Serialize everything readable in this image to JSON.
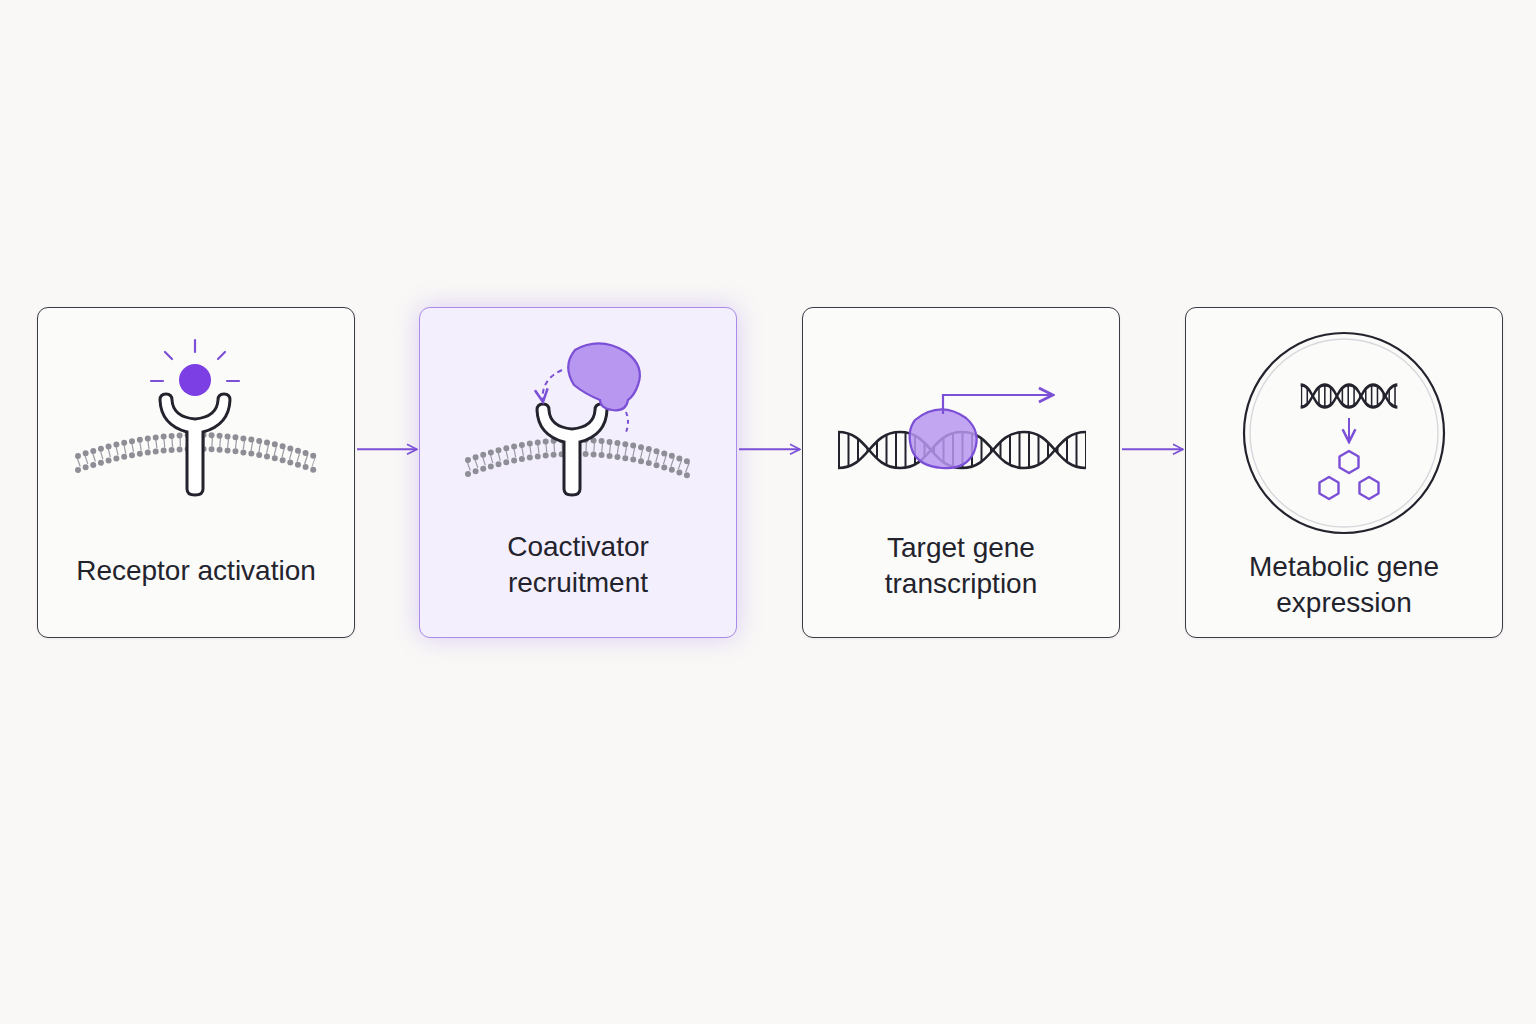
{
  "diagram": {
    "nodes": [
      {
        "text": [
          "Receptor activation"
        ]
      },
      {
        "text": [
          "Coactivator recruitment"
        ]
      },
      {
        "text": [
          "Target gene transcription"
        ]
      },
      {
        "text": [
          "Metabolic gene expression"
        ]
      }
    ],
    "edges": [
      {
        "from": 0,
        "to": 1,
        "arrow": "to"
      },
      {
        "from": 1,
        "to": 2,
        "arrow": "to"
      },
      {
        "from": 2,
        "to": 3,
        "arrow": "to"
      }
    ]
  }
}
